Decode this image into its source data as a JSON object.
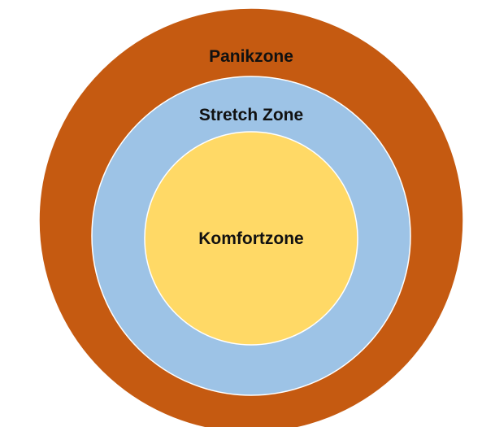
{
  "zones": {
    "outer": {
      "label": "Panikzone",
      "color": "#c55a11"
    },
    "middle": {
      "label": "Stretch Zone",
      "color": "#9dc3e6"
    },
    "inner": {
      "label": "Komfortzone",
      "color": "#ffd966"
    }
  },
  "ring_stroke_color": "#ffffff"
}
